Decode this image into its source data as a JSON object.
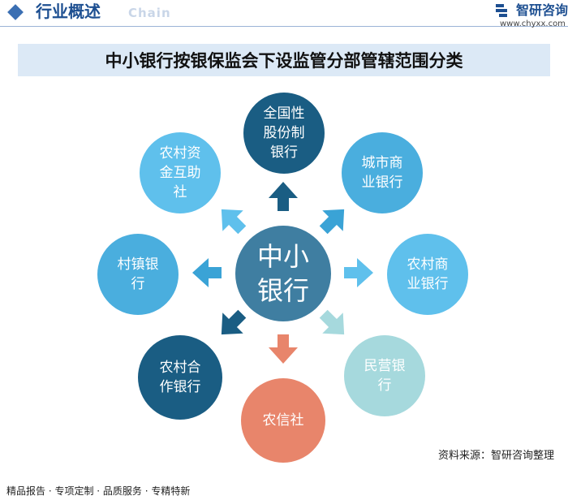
{
  "header": {
    "title": "行业概述",
    "subtitle": "Chain",
    "brand_name": "智研咨询",
    "brand_url": "www.chyxx.com"
  },
  "diagram": {
    "title": "中小银行按银保监会下设监管分部管辖范围分类",
    "center": "中小\n银行",
    "nodes": [
      {
        "id": "joint-stock",
        "label": "全国性\n股份制\n银行",
        "color": "#1a5d83"
      },
      {
        "id": "city-commercial",
        "label": "城市商\n业银行",
        "color": "#4aaede"
      },
      {
        "id": "rural-commercial",
        "label": "农村商\n业银行",
        "color": "#5fc0ec"
      },
      {
        "id": "private",
        "label": "民营银\n行",
        "color": "#a6d9dd"
      },
      {
        "id": "credit-coop",
        "label": "农信社",
        "color": "#e8856b"
      },
      {
        "id": "rural-cooperative",
        "label": "农村合\n作银行",
        "color": "#1a5d83"
      },
      {
        "id": "village-town",
        "label": "村镇银\n行",
        "color": "#4aaede"
      },
      {
        "id": "mutual-aid",
        "label": "农村资\n金互助\n社",
        "color": "#5fc0ec"
      }
    ],
    "center_color": "#3f7ea1"
  },
  "watermark": {
    "brand": "智研咨询"
  },
  "source": "资料来源：智研咨询整理",
  "footer": "精品报告 · 专项定制 · 品质服务 · 专精特新"
}
